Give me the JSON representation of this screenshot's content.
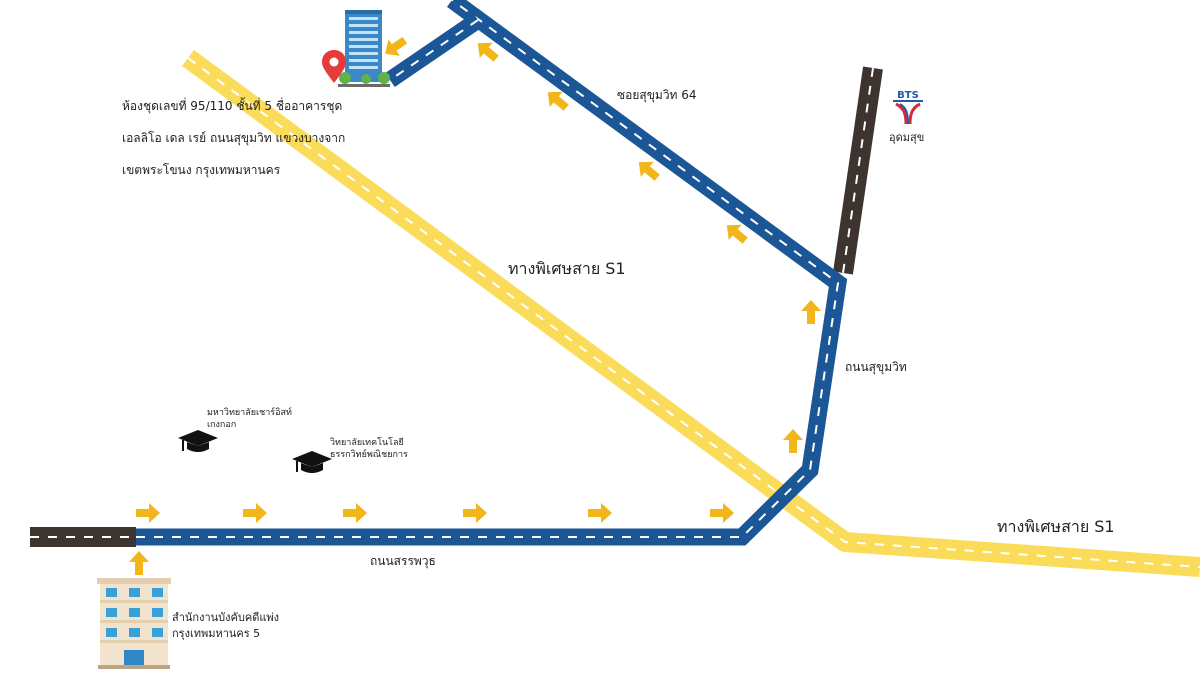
{
  "address": {
    "line1": "ห้องชุดเลขที่ 95/110 ชั้นที่ 5 ชื่ออาคารชุด",
    "line2": "เอลลิโอ เดล เรย์ ถนนสุขุมวิท แขวงบางจาก",
    "line3": "เขตพระโขนง กรุงเทพมหานคร"
  },
  "roads": {
    "soi": "ซอยสุขุมวิท 64",
    "expressway_center": "ทางพิเศษสาย S1",
    "expressway_right": "ทางพิเศษสาย S1",
    "sukhumvit": "ถนนสุขุมวิท",
    "sanphawut": "ถนนสรรพวุธ"
  },
  "bts": {
    "logo_text": "BTS",
    "station": "อุดมสุข"
  },
  "places": {
    "christian_university": [
      "มหาวิทยาลัยเชาร์อิสท์",
      "เกงกอก"
    ],
    "tech_college": [
      "วิทยาลัยเทคโนโลยี",
      "ธรรกวิทย์พณิชยการ"
    ],
    "enforcement_office": [
      "สำนักงานบังคับคดีแพ่ง",
      "กรุงเทพมหานคร 5"
    ]
  },
  "icons": {
    "destination": "map-pin-icon",
    "condo": "office-building-icon",
    "school": "graduation-cap-icon",
    "office": "government-building-icon",
    "bts": "bts-logo-icon",
    "route": "direction-arrow-icon"
  },
  "colors": {
    "expressway": "#fbdc5a",
    "route_road": "#1b5796",
    "other_road": "#3d3430",
    "arrow": "#f2b51a",
    "pin": "#e63b3b",
    "bts_red": "#d62b36",
    "bts_blue": "#1e5ca8"
  }
}
